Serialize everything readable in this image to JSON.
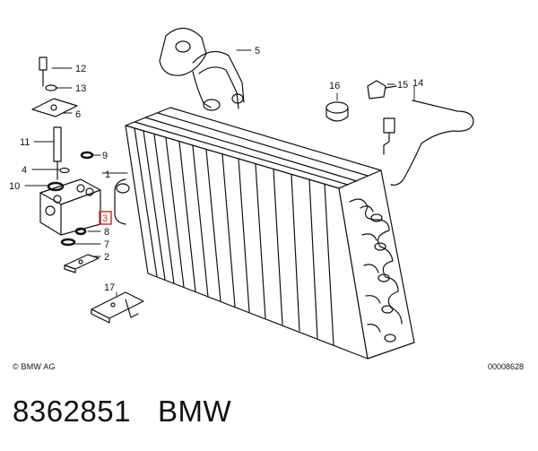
{
  "callouts": {
    "c1": "1",
    "c2": "2",
    "c3": "3",
    "c4": "4",
    "c5": "5",
    "c6": "6",
    "c7": "7",
    "c8": "8",
    "c9": "9",
    "c10": "10",
    "c11": "11",
    "c12": "12",
    "c13": "13",
    "c14": "14",
    "c15": "15",
    "c16": "16",
    "c17": "17"
  },
  "highlight_callout": "3",
  "highlight_color": "#d0342c",
  "footer": {
    "copyright": "© BMW AG",
    "diagram_code": "00008628"
  },
  "caption": {
    "part_number": "8362851",
    "brand": "BMW"
  }
}
